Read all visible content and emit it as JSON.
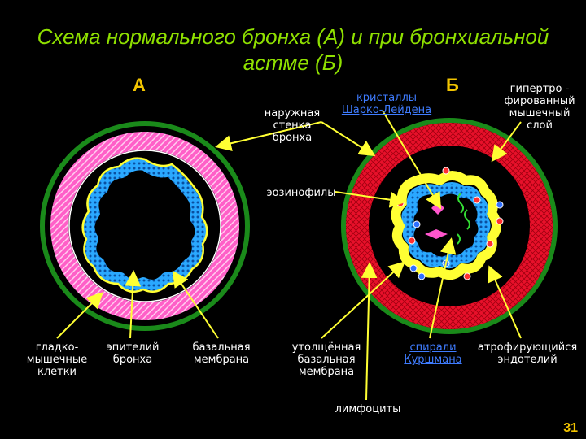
{
  "title_line1": "Схема нормального бронха (А) и при бронхиальной",
  "title_line2": "астме (Б)",
  "panel_a": "А",
  "panel_b": "Б",
  "labels": {
    "outer_wall": [
      "наружная",
      "стенка",
      "бронха"
    ],
    "crystals": [
      "кристаллы",
      "Шарко-Лейдена"
    ],
    "hypertrophied": [
      "гипертро -",
      "фированный",
      "мышечный",
      "слой"
    ],
    "eosinophils": "эозинофилы",
    "smooth_muscle": [
      "гладко-",
      "мышечные",
      "клетки"
    ],
    "epithelium": [
      "эпителий",
      "бронха"
    ],
    "basal": [
      "базальная",
      "мембрана"
    ],
    "thick_basal": [
      "утолщённая",
      "базальная",
      "мембрана"
    ],
    "spirals": [
      "спирали",
      "Куршмана"
    ],
    "atrophy": [
      "атрофирующийся",
      "эндотелий"
    ],
    "lymphocytes": "лимфоциты"
  },
  "page_number": "31",
  "colors": {
    "title": "#8fe000",
    "outer_ring": "#1a8a1a",
    "pink_muscle": "#ff66cc",
    "red_muscle": "#e8102a",
    "epithelium": "#2aa8ff",
    "membrane": "#ffff33",
    "arrow": "#ffff33",
    "letters": "#f2c400"
  }
}
